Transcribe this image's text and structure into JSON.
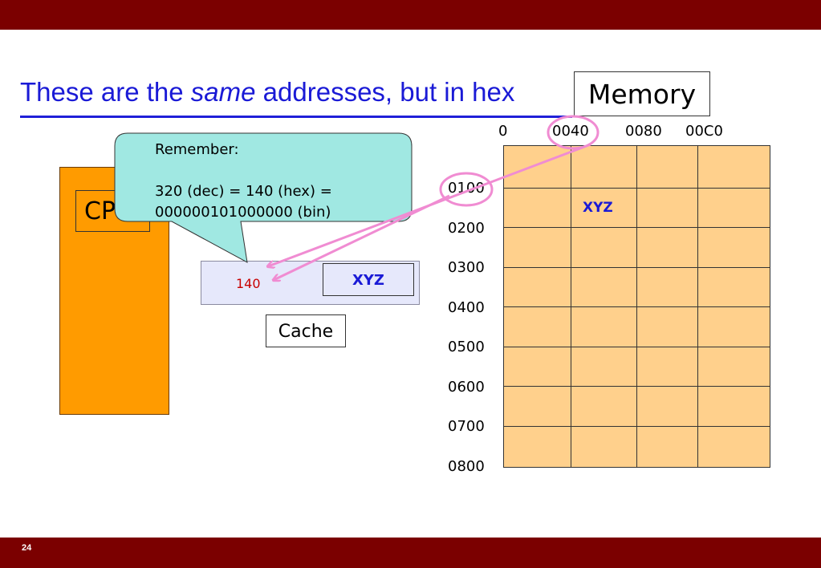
{
  "slide": {
    "title_prefix": "These are the ",
    "title_emphasis": "same",
    "title_suffix": " addresses, but in hex",
    "page_number": "24"
  },
  "cpu": {
    "label": "CPU"
  },
  "cache": {
    "tag": "140",
    "data": "XYZ",
    "label": "Cache"
  },
  "memory": {
    "label": "Memory",
    "column_headers": [
      "0",
      "0040",
      "0080",
      "00C0"
    ],
    "row_headers": [
      "0100",
      "0200",
      "0300",
      "0400",
      "0500",
      "0600",
      "0700",
      "0800"
    ],
    "cell_value": "XYZ"
  },
  "callout": {
    "line1": "Remember:",
    "line2": "320 (dec) = 140 (hex) =",
    "line3": "000000101000000 (bin)"
  },
  "colors": {
    "header_bar": "#7b0000",
    "title": "#1a1ad6",
    "cpu": "#ff9b00",
    "memory": "#ffd08c",
    "callout": "#a0e8e2",
    "highlight": "#f08cd2"
  }
}
